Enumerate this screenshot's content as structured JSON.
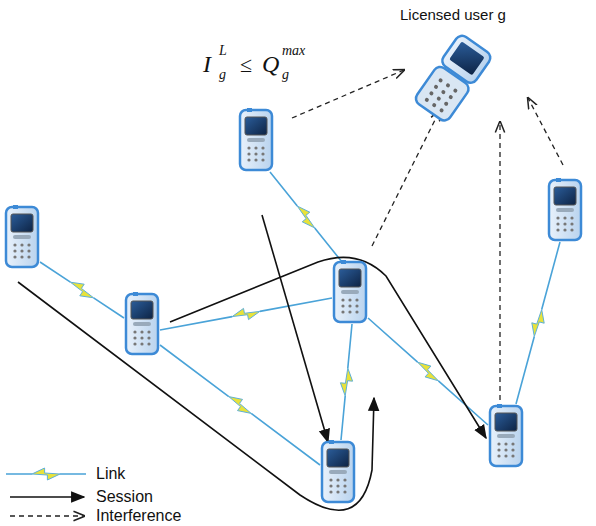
{
  "diagram": {
    "nodes": [
      {
        "text": [
          "Licensed user g"
        ]
      }
    ],
    "labels": [
      "I",
      "L",
      "g",
      "≤",
      "Q",
      "max",
      "g"
    ],
    "legend": [
      {
        "text": "Link"
      },
      {
        "text": "Session"
      },
      {
        "text": "Interference"
      }
    ]
  }
}
